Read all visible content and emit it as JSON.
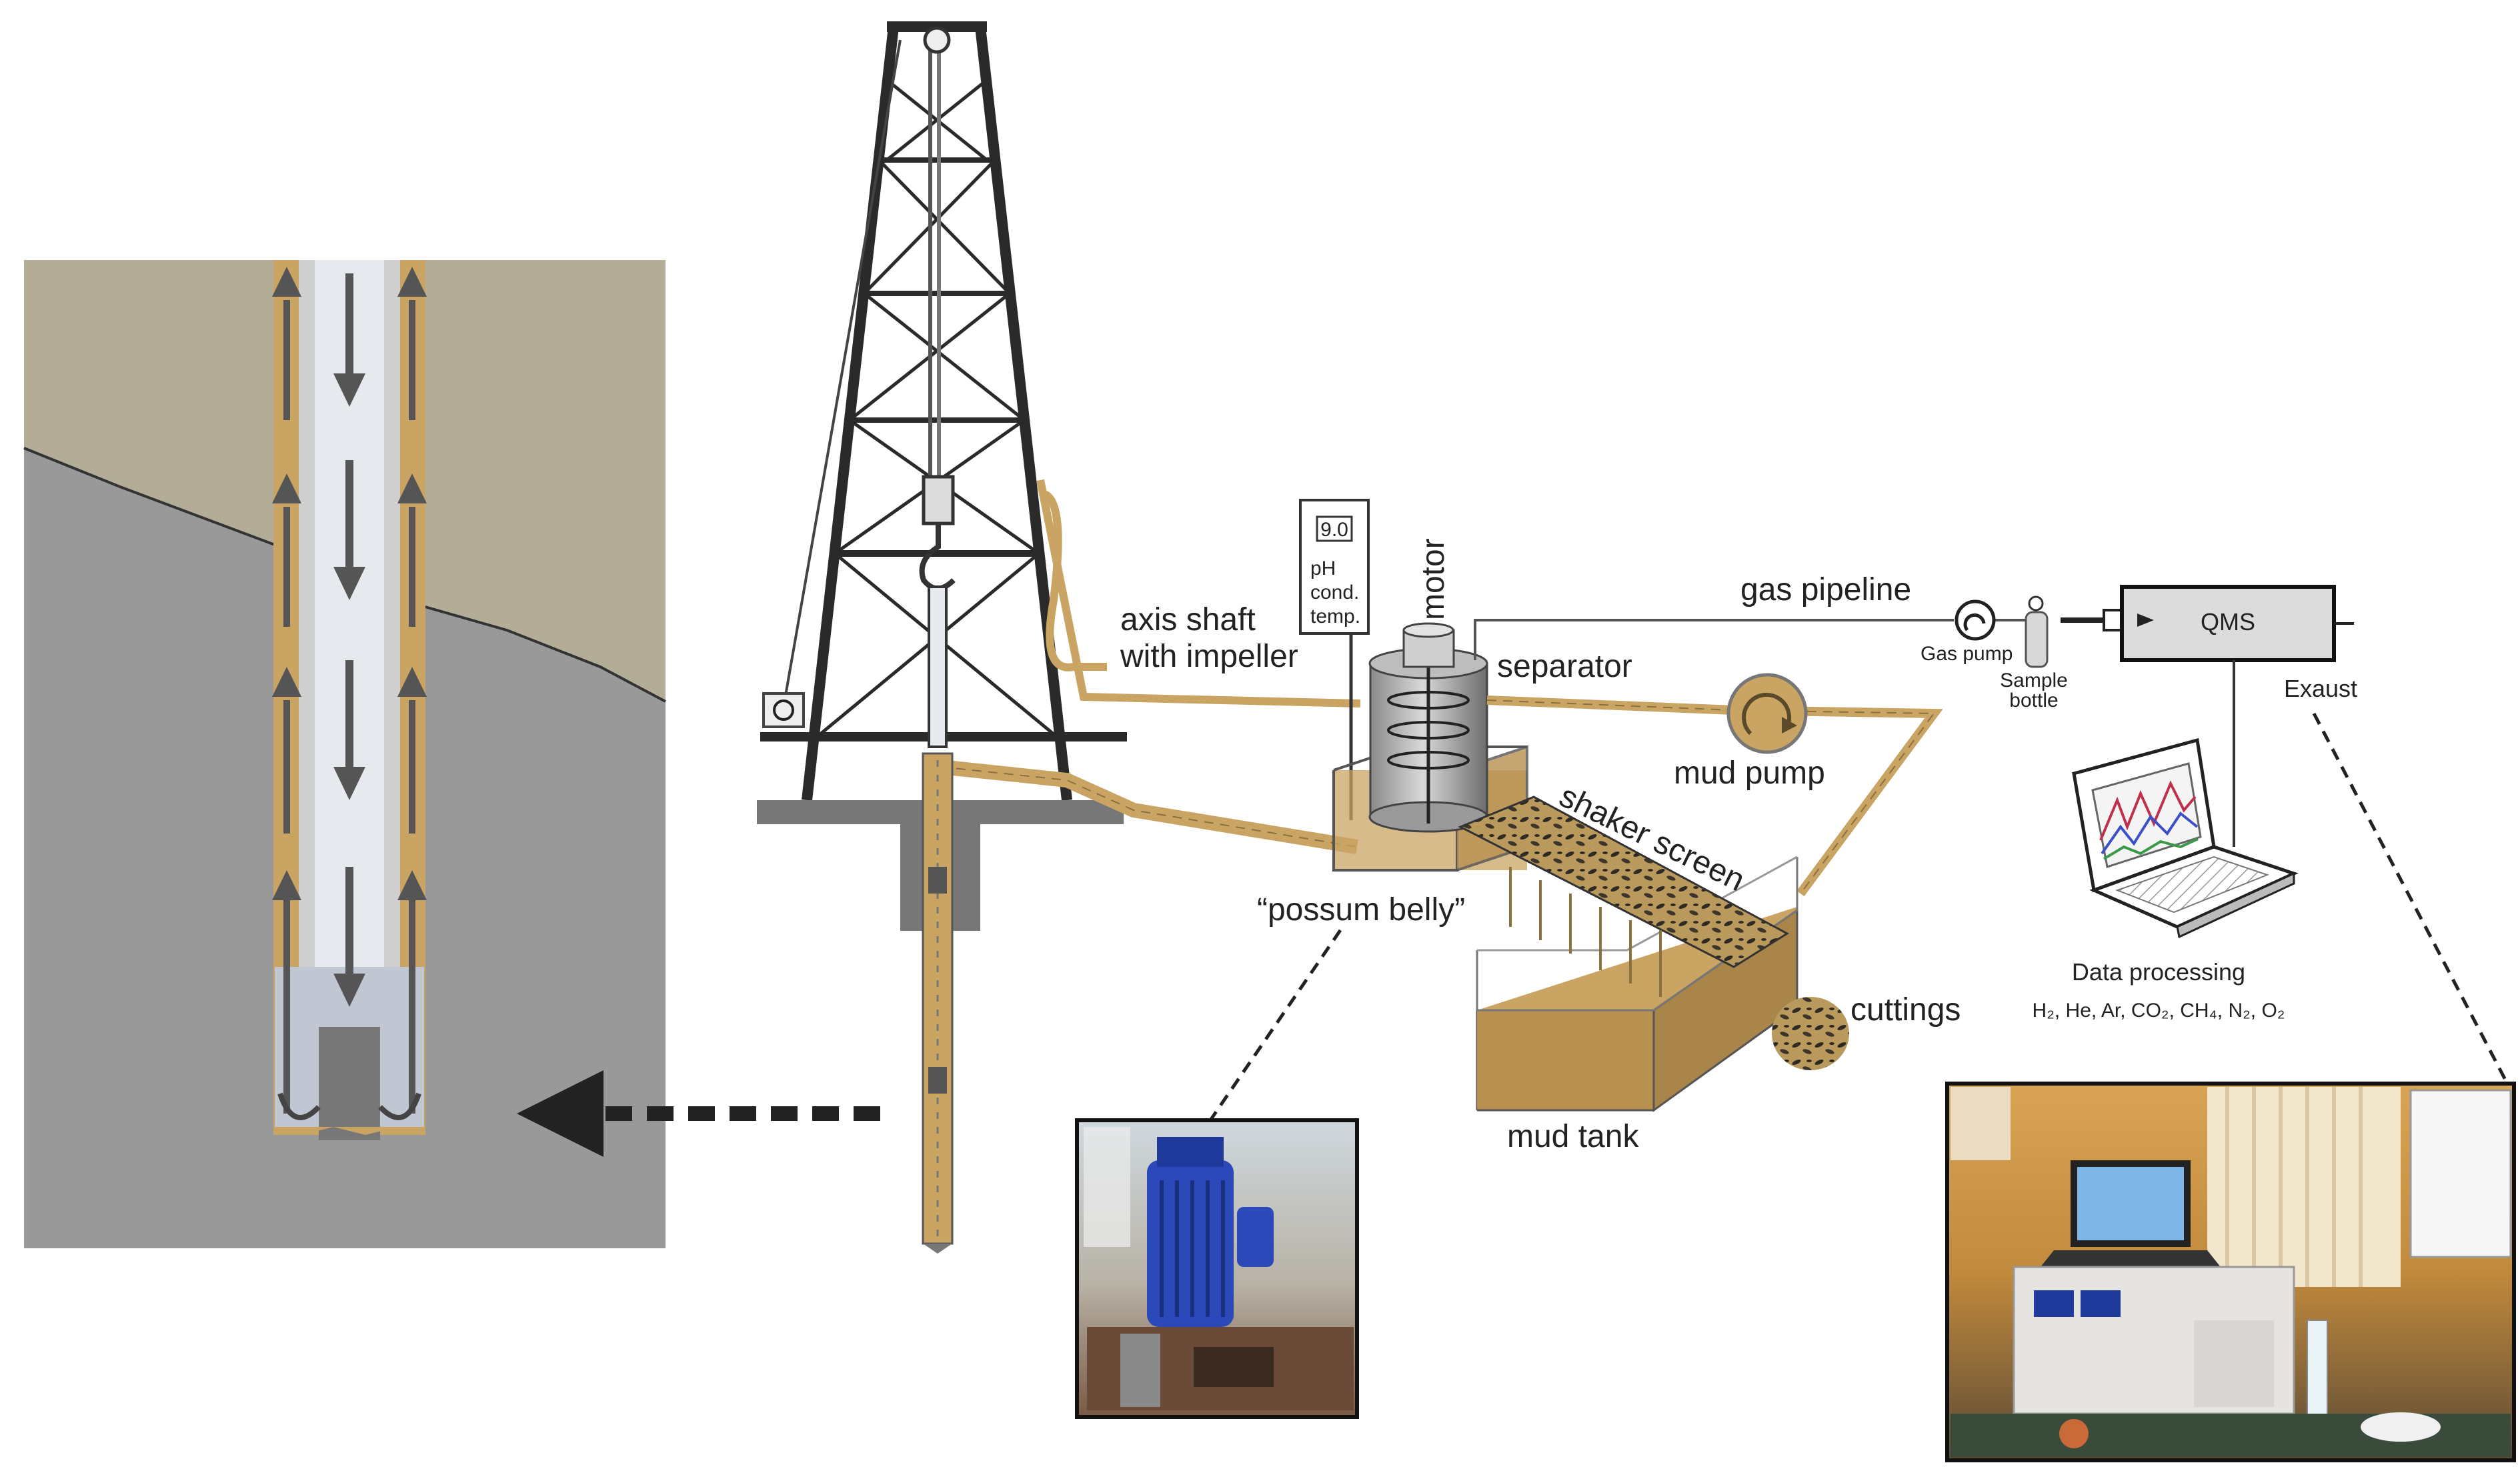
{
  "colors": {
    "background": "#ffffff",
    "surface_soil": "#b3ad98",
    "rock": "#999999",
    "mud": "#c9a463",
    "mud_light": "#d9bd88",
    "drill_pipe_fluid": "#e6e9ee",
    "steel": "#3a3a3a",
    "laptop_trace_red": "#c0304a",
    "laptop_trace_blue": "#3a4fc8",
    "laptop_trace_green": "#3a9a4a"
  },
  "labels": {
    "axis_shaft": "axis shaft",
    "with_impeller": "with impeller",
    "motor": "motor",
    "separator": "separator",
    "gas_pipeline": "gas pipeline",
    "gas_pump": "Gas pump",
    "sample": "Sample",
    "bottle": "bottle",
    "qms": "QMS",
    "exaust": "Exaust",
    "mud_pump": "mud pump",
    "shaker_screen": "shaker screen",
    "possum_belly": "“possum belly”",
    "cuttings": "cuttings",
    "mud_tank": "mud tank",
    "data_processing": "Data processing",
    "gases": "H₂, He, Ar, CO₂, CH₄, N₂, O₂"
  },
  "probe": {
    "ph_value": "9.0",
    "line1": "pH",
    "line2": "cond.",
    "line3": "temp."
  },
  "icons": {
    "pump": "circular-arrow-icon",
    "valve": "valve-icon",
    "laptop": "laptop-icon",
    "flow_arrow": "dashed-arrow-icon"
  }
}
